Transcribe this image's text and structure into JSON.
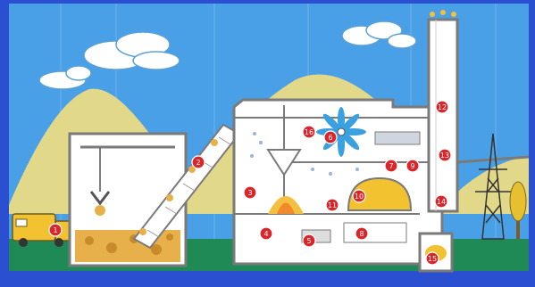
{
  "colors": {
    "frame": "#2a4fd0",
    "sky": "#4aa0e6",
    "mountain": "#e2d88a",
    "ground": "#1f8a55",
    "building_fill": "#ffffff",
    "outline": "#7a7a7a",
    "marker": "#d8262a",
    "waste": "#e8b04a",
    "truck": "#f2c230"
  },
  "icons": {
    "cloud": "cloud-icon",
    "truck": "garbage-truck-icon",
    "crane": "crane-grab-icon",
    "conveyor": "conveyor-icon",
    "fan": "fan-icon",
    "chimney": "chimney-icon",
    "pylon": "power-pylon-icon",
    "tree": "tree-icon",
    "step_marker": "step-number-marker-icon"
  },
  "markers": [
    {
      "num": "1"
    },
    {
      "num": "2"
    },
    {
      "num": "3"
    },
    {
      "num": "4"
    },
    {
      "num": "5"
    },
    {
      "num": "6"
    },
    {
      "num": "7"
    },
    {
      "num": "8"
    },
    {
      "num": "9"
    },
    {
      "num": "10"
    },
    {
      "num": "11"
    },
    {
      "num": "12"
    },
    {
      "num": "13"
    },
    {
      "num": "14"
    },
    {
      "num": "15"
    },
    {
      "num": "16"
    }
  ]
}
